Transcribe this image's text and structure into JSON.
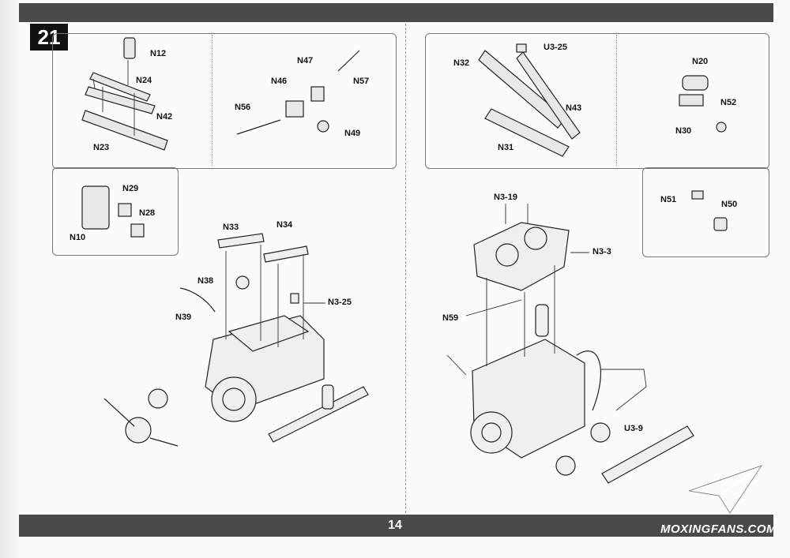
{
  "step": {
    "number": "21"
  },
  "page": {
    "number": "14"
  },
  "watermark": {
    "text": "MOXINGFANS.COM"
  },
  "labels": {
    "n12": "N12",
    "n24": "N24",
    "n42": "N42",
    "n23": "N23",
    "n47": "N47",
    "n46": "N46",
    "n57": "N57",
    "n56": "N56",
    "n49": "N49",
    "n29": "N29",
    "n28": "N28",
    "n10": "N10",
    "n33": "N33",
    "n34": "N34",
    "n38": "N38",
    "n3_25": "N3-25",
    "n39": "N39",
    "n32": "N32",
    "u3_25": "U3-25",
    "n43": "N43",
    "n31": "N31",
    "n20": "N20",
    "n52": "N52",
    "n30": "N30",
    "n51": "N51",
    "n50": "N50",
    "n3_19": "N3-19",
    "n3_3": "N3-3",
    "n59": "N59",
    "u3_9": "U3-9"
  },
  "colors": {
    "bar": "#4a4a4a",
    "paper": "#fbfbfb",
    "ink": "#111111"
  }
}
